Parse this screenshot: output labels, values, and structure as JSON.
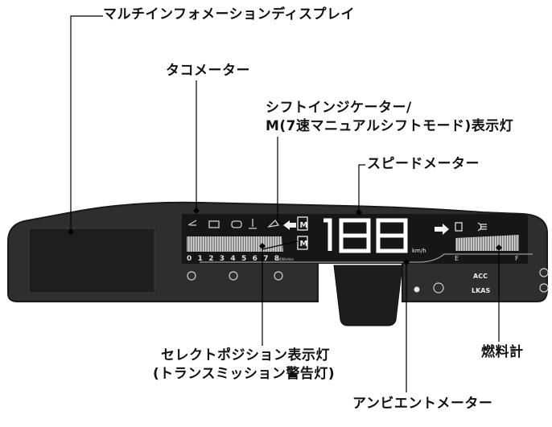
{
  "callouts": {
    "mid": "マルチインフォメーションディスプレイ",
    "tachometer": "タコメーター",
    "shift_indicator_line1": "シフトインジケーター/",
    "shift_indicator_line2": "M(7速マニュアルシフトモード)表示灯",
    "speedometer": "スピードメーター",
    "select_position_line1": "セレクトポジション表示灯",
    "select_position_line2": "(トランスミッション警告灯)",
    "fuel_gauge": "燃料計",
    "ambient_meter": "アンビエントメーター"
  },
  "cluster": {
    "speed_digits": "188",
    "speed_unit": "km/h",
    "tacho_ticks": [
      "0",
      "1",
      "2",
      "3",
      "4",
      "5",
      "6",
      "7",
      "8"
    ],
    "tacho_unit": "x1000r/min",
    "fuel_empty": "E",
    "fuel_full": "F",
    "acc_label": "ACC",
    "lkas_label": "LKAS",
    "shift_letter": "M",
    "select_letter": "M"
  },
  "colors": {
    "panel": "#2b2b2b",
    "panel_edge": "#1a1a1a",
    "screen": "#1c1c1c",
    "segment": "#ffffff",
    "leader": "#000000"
  }
}
